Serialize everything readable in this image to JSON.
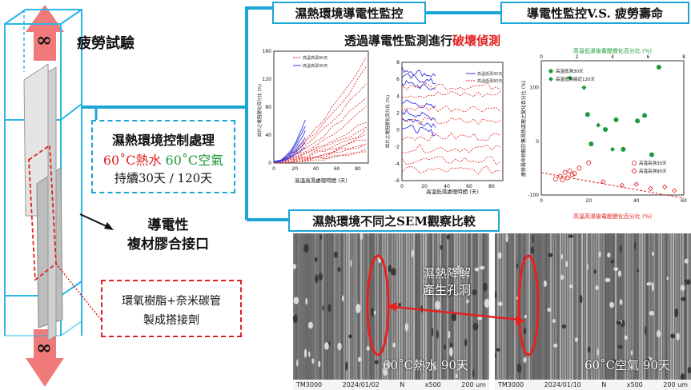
{
  "left": {
    "fatigue_label": "疲勞試驗",
    "infinity_top": "∞",
    "infinity_bottom": "∞"
  },
  "treatment_box": {
    "title": "濕熱環境控制處理",
    "hot_water": "60˚C熱水",
    "hot_air": "60˚C空氣",
    "duration": "持續30天 / 120天",
    "hot_water_color": "#e02020",
    "hot_air_color": "#1a9a3a"
  },
  "joint_label": {
    "line1": "導電性",
    "line2": "複材膠合接口"
  },
  "adhesive_box": {
    "line1": "環氧樹脂+奈米碳管",
    "line2": "製成搭接劑"
  },
  "headers": {
    "monitoring": "濕熱環境導電性監控",
    "vs": "導電性監控V.S. 疲勞壽命",
    "sem": "濕熱環境不同之SEM觀察比較"
  },
  "detect": {
    "prefix": "透過導電性監測進行",
    "highlight": "破壞偵測"
  },
  "chart_data": [
    {
      "type": "line",
      "legend": [
        "高溫高濕90天",
        "高溫高濕30天"
      ],
      "ylabel": "試片之電阻變化百分比 (%)",
      "xlabel": "高溫高濕處理時間 (天)",
      "x_ticks": [
        "0",
        "20",
        "40",
        "60",
        "80"
      ],
      "y_ticks": [
        "0",
        "40",
        "80",
        "120",
        "160"
      ],
      "xlim": [
        0,
        90
      ],
      "ylim": [
        0,
        160
      ],
      "series_colors": [
        "#e02020",
        "#3a3ae0"
      ]
    },
    {
      "type": "line",
      "legend": [
        "高溫低濕30天",
        "高溫低濕90天"
      ],
      "ylabel": "試片之電阻變化百分比 (%)",
      "xlabel": "高溫低濕處理時間 (天)",
      "x_ticks": [
        "0",
        "20",
        "40",
        "60",
        "80"
      ],
      "y_ticks": [
        "-6",
        "-4",
        "-2",
        "0",
        "2",
        "4",
        "6",
        "8"
      ],
      "xlim": [
        0,
        90
      ],
      "ylim": [
        -6,
        8
      ],
      "series_colors": [
        "#3a3ae0",
        "#e02020"
      ]
    },
    {
      "type": "scatter",
      "top_xlabel": "高溫低濕後電壓變化百分比 (%)",
      "bottom_xlabel": "高溫高濕後電壓變化百分比 (%)",
      "ylabel": "疲勞壽命相較於無濕熱處理之變化百分比 (%)",
      "top_x_ticks": [
        "0",
        "2",
        "4",
        "6",
        "8"
      ],
      "bottom_x_ticks": [
        "0",
        "20",
        "40",
        "60"
      ],
      "y_ticks": [
        "-100",
        "0",
        "100"
      ],
      "legend_top": [
        "高溫低濕30天",
        "高溫低濕接近120天"
      ],
      "legend_bottom": [
        "高溫高濕30天",
        "高溫高濕90天"
      ],
      "series_colors": [
        "#1a9a3a",
        "#e02020"
      ]
    }
  ],
  "sem_images": [
    {
      "label": "60˚C熱水 90天",
      "footer_left": "TM3000",
      "footer_date": "2024/01/02",
      "footer_n": "N",
      "footer_mag": "x500",
      "footer_scale": "200 um"
    },
    {
      "label": "60˚C空氣 90天",
      "footer_left": "TM3000",
      "footer_date": "2024/01/10",
      "footer_n": "N",
      "footer_mag": "x500",
      "footer_scale": "200 um"
    }
  ],
  "sem_annotation": {
    "line1": "濕熱降解",
    "line2": "產生孔洞"
  }
}
